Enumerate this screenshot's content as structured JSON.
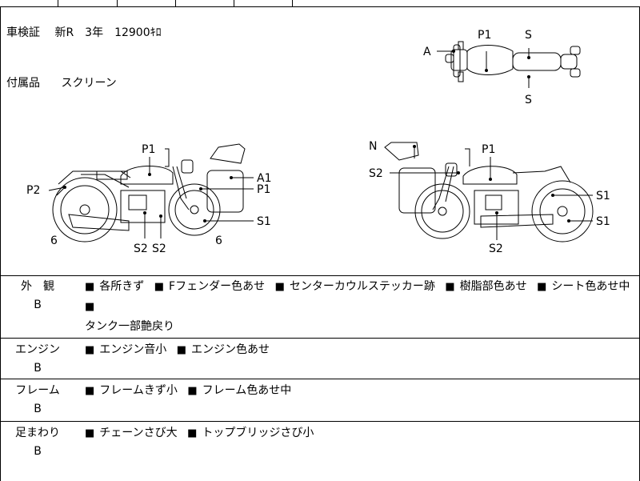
{
  "header": {
    "inspection_label": "車検証",
    "inspection_value": "新R　3年　12900ｷﾛ",
    "accessories_label": "付属品",
    "accessories_value": "スクリーン"
  },
  "diagram_labels": {
    "top": {
      "a": "A",
      "p1": "P1",
      "s_top": "S",
      "s_bottom": "S"
    },
    "left": {
      "p1": "P1",
      "p2": "P2",
      "a1": "A1",
      "p1_right": "P1",
      "s1": "S1",
      "s2a": "S2",
      "s2b": "S2",
      "six_left": "6",
      "six_right": "6"
    },
    "right": {
      "n": "N",
      "p1": "P1",
      "s2_top": "S2",
      "s1_a": "S1",
      "s1_b": "S1",
      "s2_bottom": "S2"
    }
  },
  "rows": [
    {
      "label": "外　観",
      "grade": "B",
      "items": [
        "各所きず",
        "Fフェンダー色あせ",
        "センターカウルステッカー跡",
        "樹脂部色あせ",
        "シート色あせ中",
        "タンク一部艶戻り"
      ]
    },
    {
      "label": "エンジン",
      "grade": "B",
      "items": [
        "エンジン音小",
        "エンジン色あせ"
      ]
    },
    {
      "label": "フレーム",
      "grade": "B",
      "items": [
        "フレームきず小",
        "フレーム色あせ中"
      ]
    },
    {
      "label": "足まわり",
      "grade": "B",
      "items": [
        "チェーンさび大",
        "トップブリッジさび小"
      ]
    }
  ],
  "bullet": "■"
}
